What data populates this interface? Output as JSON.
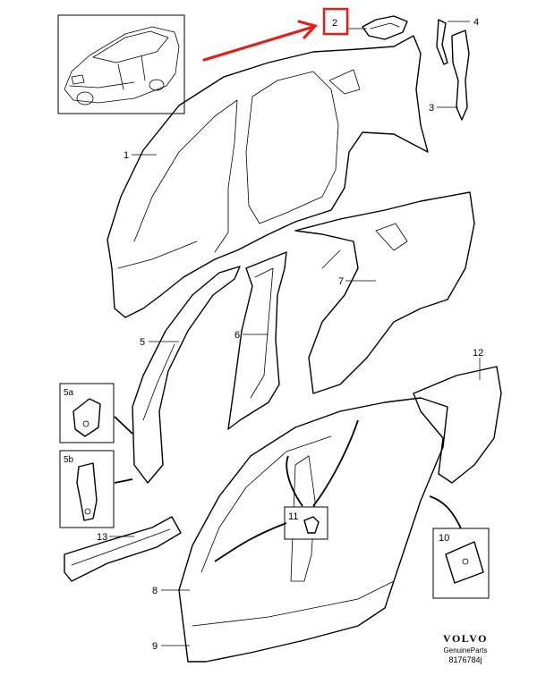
{
  "labels": {
    "p1": "1",
    "p2": "2",
    "p3": "3",
    "p4": "4",
    "p5": "5",
    "p5a": "5a",
    "p5b": "5b",
    "p6": "6",
    "p7": "7",
    "p8": "8",
    "p9": "9",
    "p10": "10",
    "p11": "11",
    "p12": "12",
    "p13": "13"
  },
  "brand": {
    "logo": "VOLVO",
    "sub": "GenuineParts",
    "code": "8176784j"
  },
  "colors": {
    "highlight": "#e0201b",
    "line": "#000000",
    "background": "#ffffff"
  }
}
